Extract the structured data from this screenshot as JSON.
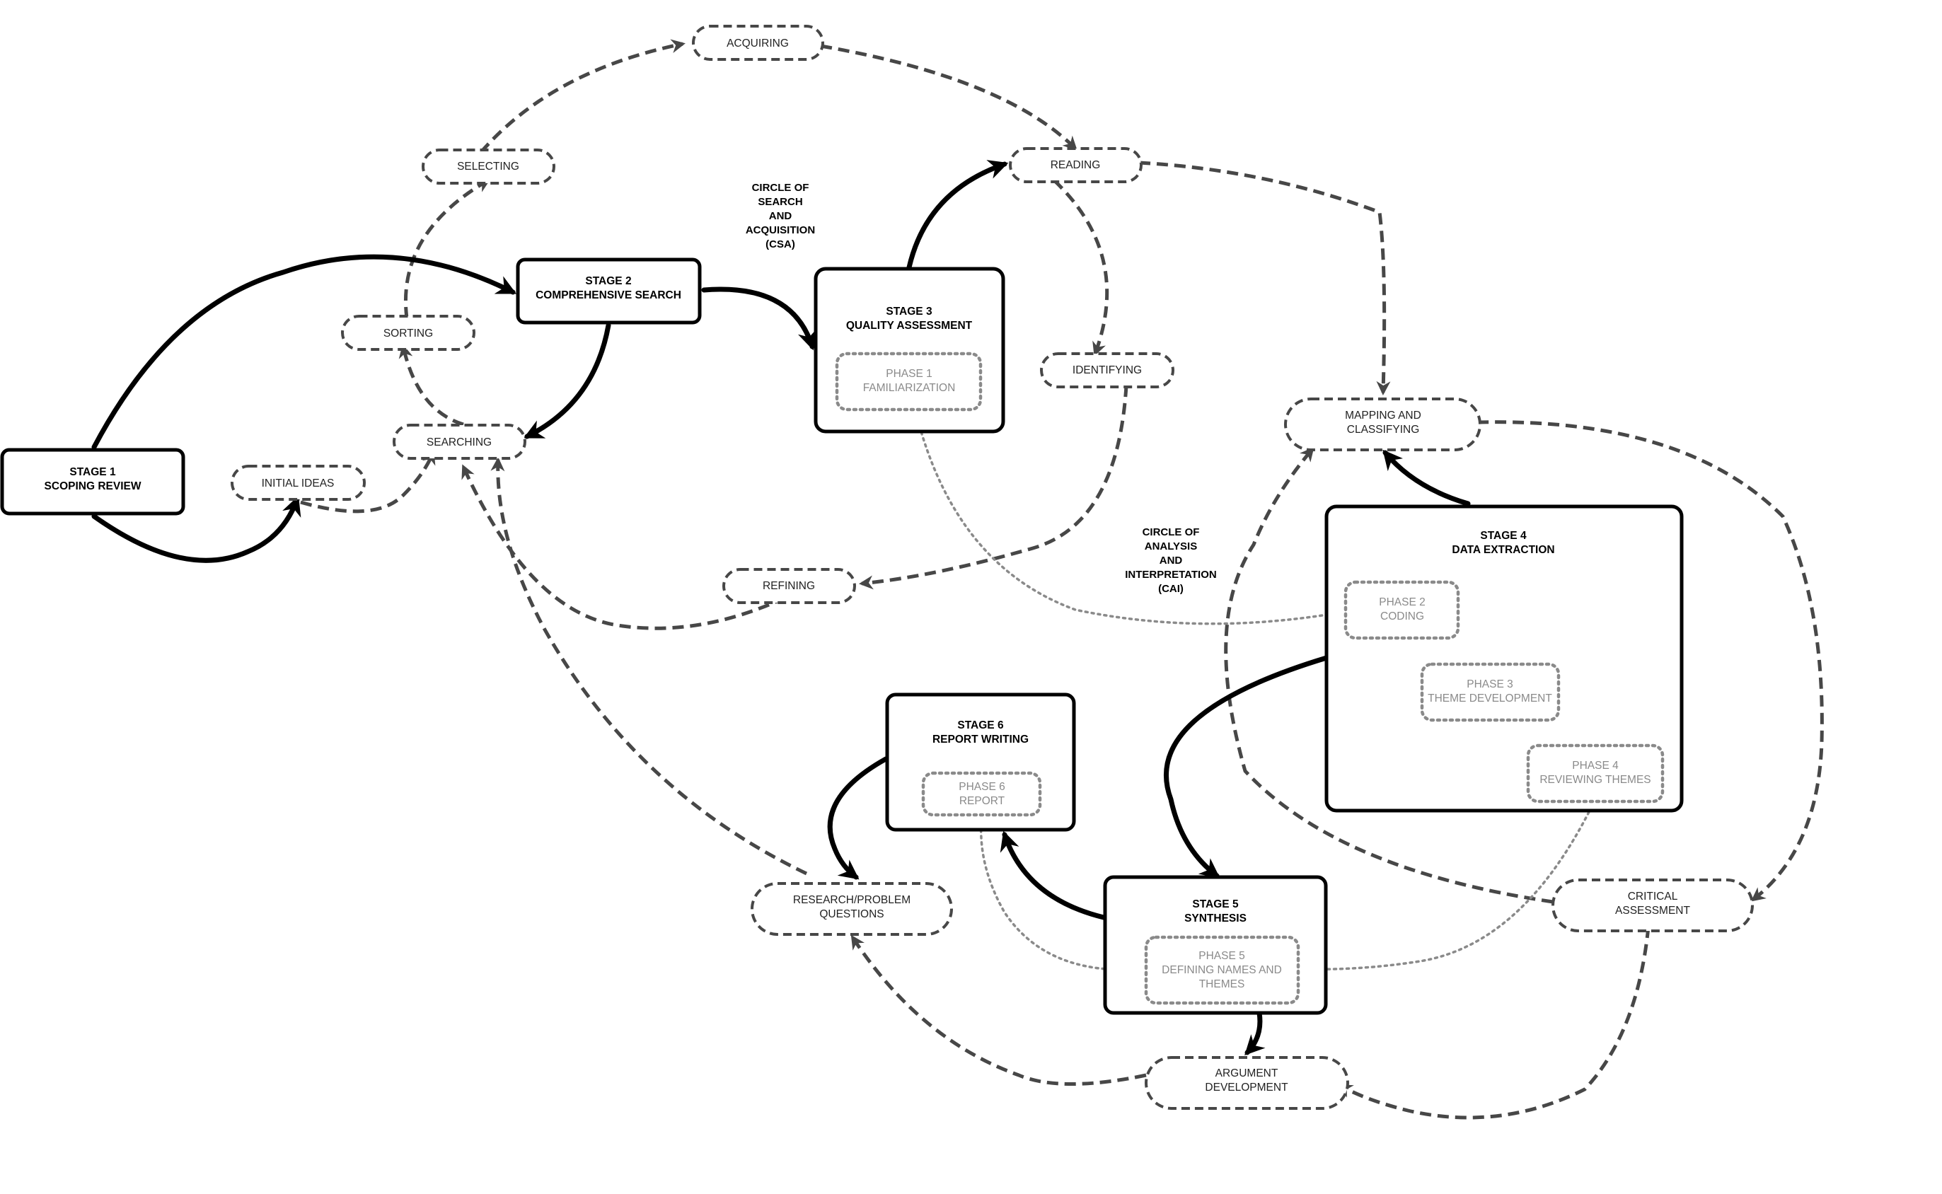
{
  "stages": {
    "stage1": [
      "STAGE 1",
      "SCOPING REVIEW"
    ],
    "stage2": [
      "STAGE 2",
      "COMPREHENSIVE SEARCH"
    ],
    "stage3": [
      "STAGE 3",
      "QUALITY ASSESSMENT"
    ],
    "stage4": [
      "STAGE 4",
      "DATA EXTRACTION"
    ],
    "stage5": [
      "STAGE 5",
      "SYNTHESIS"
    ],
    "stage6": [
      "STAGE 6",
      "REPORT WRITING"
    ]
  },
  "phases": {
    "phase1": [
      "PHASE 1",
      "FAMILIARIZATION"
    ],
    "phase2": [
      "PHASE 2",
      "CODING"
    ],
    "phase3": [
      "PHASE 3",
      "THEME DEVELOPMENT"
    ],
    "phase4": [
      "PHASE 4",
      "REVIEWING THEMES"
    ],
    "phase5": [
      "PHASE 5",
      "DEFINING NAMES AND",
      "THEMES"
    ],
    "phase6": [
      "PHASE 6",
      "REPORT"
    ]
  },
  "activities": {
    "acquiring": [
      "ACQUIRING"
    ],
    "selecting": [
      "SELECTING"
    ],
    "reading": [
      "READING"
    ],
    "sorting": [
      "SORTING"
    ],
    "identifying": [
      "IDENTIFYING"
    ],
    "searching": [
      "SEARCHING"
    ],
    "initial_ideas": [
      "INITIAL IDEAS"
    ],
    "refining": [
      "REFINING"
    ],
    "mapping": [
      "MAPPING AND",
      "CLASSIFYING"
    ],
    "research_questions": [
      "RESEARCH/PROBLEM",
      "QUESTIONS"
    ],
    "critical_assessment": [
      "CRITICAL",
      "ASSESSMENT"
    ],
    "argument_development": [
      "ARGUMENT",
      "DEVELOPMENT"
    ]
  },
  "circles": {
    "csa": [
      "CIRCLE OF",
      "SEARCH",
      "AND",
      "ACQUISITION",
      "(CSA)"
    ],
    "cai": [
      "CIRCLE OF",
      "ANALYSIS",
      "AND",
      "INTERPRETATION",
      "(CAI)"
    ]
  },
  "colors": {
    "stage_stroke": "#000000",
    "dashed_stroke": "#474747",
    "phase_stroke": "#8a8a8a",
    "phase_text": "#8a8a8a"
  }
}
